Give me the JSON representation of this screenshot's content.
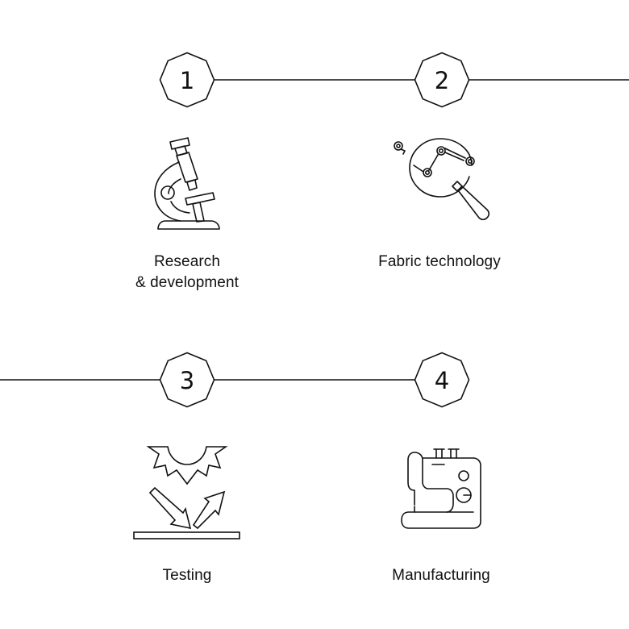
{
  "diagram": {
    "type": "process-flow",
    "colors": {
      "stroke": "#111111",
      "background": "#ffffff"
    },
    "steps": [
      {
        "number": "1",
        "label_line1": "Research",
        "label_line2": "& development",
        "icon": "microscope-icon"
      },
      {
        "number": "2",
        "label_line1": "Fabric technology",
        "icon": "magnifier-chart-icon"
      },
      {
        "number": "3",
        "label_line1": "Testing",
        "icon": "sun-reflection-icon"
      },
      {
        "number": "4",
        "label_line1": "Manufacturing",
        "icon": "sewing-machine-icon"
      }
    ]
  }
}
